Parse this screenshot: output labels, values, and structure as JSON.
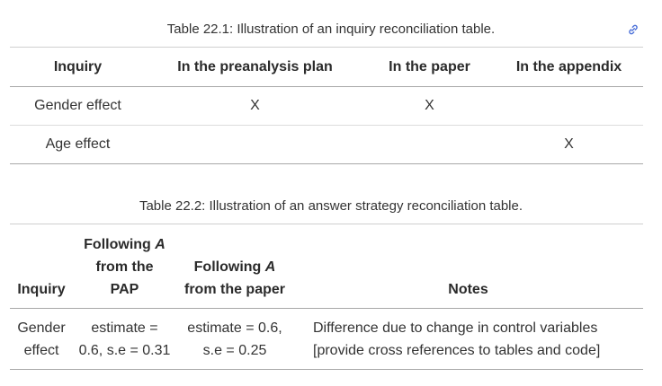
{
  "table1": {
    "caption": "Table 22.1: Illustration of an inquiry reconciliation table.",
    "link_icon": "link-icon",
    "headers": [
      "Inquiry",
      "In the preanalysis plan",
      "In the paper",
      "In the appendix"
    ],
    "rows": [
      [
        "Gender effect",
        "X",
        "X",
        ""
      ],
      [
        "Age effect",
        "",
        "",
        "X"
      ]
    ]
  },
  "table2": {
    "caption": "Table 22.2: Illustration of an answer strategy reconciliation table.",
    "headers": {
      "inquiry": "Inquiry",
      "pap_line1": "Following",
      "pap_var": "A",
      "pap_line2": "from the",
      "pap_line3": "PAP",
      "paper_line1": "Following",
      "paper_var": "A",
      "paper_line2": "from the paper",
      "notes": "Notes"
    },
    "row": {
      "inquiry_line1": "Gender",
      "inquiry_line2": "effect",
      "pap_line1": "estimate =",
      "pap_line2": "0.6, s.e = 0.31",
      "paper_line1": "estimate = 0.6,",
      "paper_line2": "s.e = 0.25",
      "notes_line1": "Difference due to change in control variables",
      "notes_line2": "[provide cross references to tables and code]"
    }
  },
  "colors": {
    "link_accent": "#4a6fd8",
    "text": "#333333"
  }
}
